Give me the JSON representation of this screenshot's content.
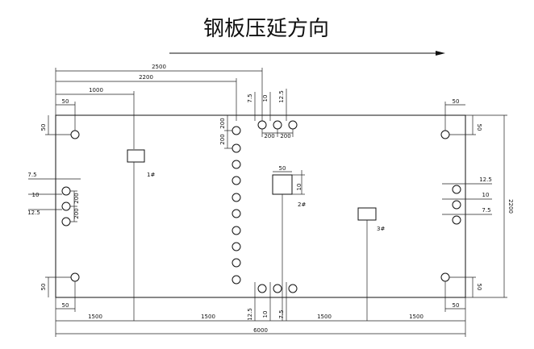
{
  "title": "钢板压延方向",
  "labels": {
    "overall_width": "2500",
    "span_2200": "2200",
    "span_1000": "1000",
    "height_2200": "2200",
    "bottom_total": "6000",
    "seg1": "1500",
    "seg2": "1500",
    "seg3": "1500",
    "seg4": "1500",
    "corner_50_a": "50",
    "corner_50_b": "50",
    "corner_50_c": "50",
    "corner_50_d": "50",
    "corner_50_e": "50",
    "corner_50_f": "50",
    "corner_50_g": "50",
    "corner_50_h": "50",
    "top_7_5": "7.5",
    "top_10": "10",
    "top_12_5": "12.5",
    "top_200_a": "200",
    "top_200_b": "200",
    "col_200_a": "200",
    "col_200_b": "200",
    "left_7_5": "7.5",
    "left_10": "10",
    "left_12_5": "12.5",
    "left_200_a": "200",
    "left_200_b": "200",
    "right_12_5": "12.5",
    "right_10": "10",
    "right_7_5": "7.5",
    "bot_12_5": "12.5",
    "bot_10": "10",
    "bot_7_5": "7.5",
    "plate2_50": "50",
    "plate2_10": "10",
    "mark1": "1#",
    "mark2": "2#",
    "mark3": "3#"
  }
}
